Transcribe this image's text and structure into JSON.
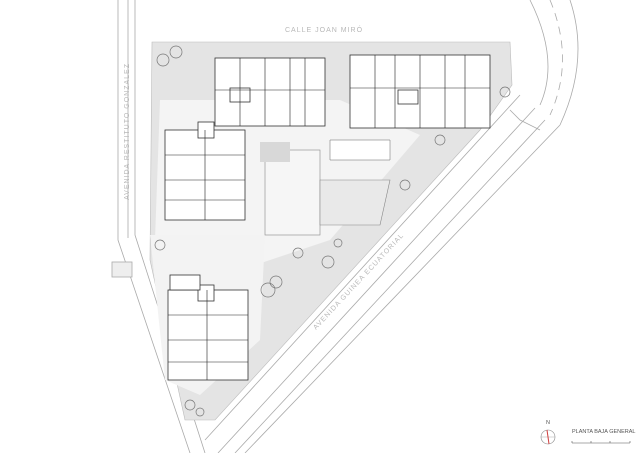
{
  "plan": {
    "title": "PLANTA BAJA GENERAL",
    "north_label": "N",
    "streets": {
      "top": "CALLE JOAN MIRÓ",
      "left": "AVENIDA RESTITUTO GONZALEZ",
      "diagonal": "AVENIDA GUINEA ECUATORIAL"
    },
    "colors": {
      "site": "#e4e4e4",
      "plaza": "#f2f2f2",
      "walls": "#222222",
      "highlight": "#f4d6d8",
      "north_arrow": "#d04040",
      "road_lines": "#aaaaaa"
    }
  }
}
